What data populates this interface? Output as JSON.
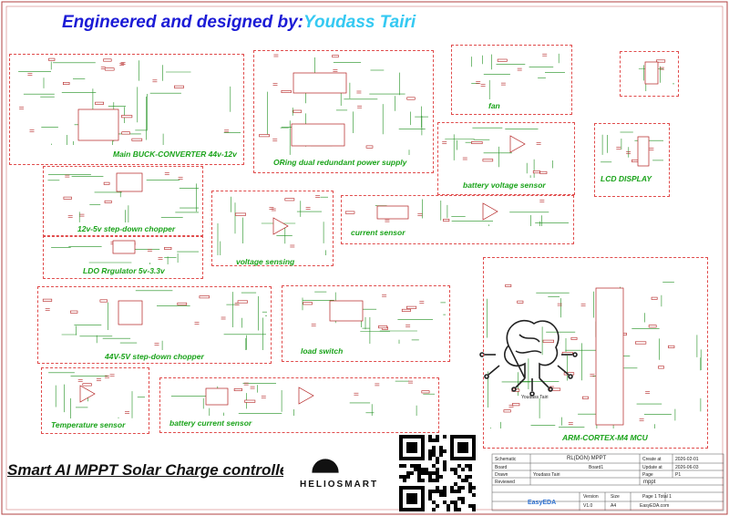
{
  "header": {
    "prefix": "Engineered and designed by:",
    "designer": "Youdass Tairi"
  },
  "footer_title": "Smart  AI MPPT Solar Charge controller",
  "blocks": [
    {
      "id": "buck",
      "label": "Main BUCK-CONVERTER 44v-12v"
    },
    {
      "id": "oring",
      "label": "ORing dual redundant power supply"
    },
    {
      "id": "fan",
      "label": "fan"
    },
    {
      "id": "battv",
      "label": "battery voltage sensor"
    },
    {
      "id": "lcd",
      "label": "LCD DISPLAY"
    },
    {
      "id": "chop12",
      "label": "12v-5v step-down chopper"
    },
    {
      "id": "ldo",
      "label": "LDO Rrgulator 5v-3.3v"
    },
    {
      "id": "vsense",
      "label": "voltage sensing"
    },
    {
      "id": "isense",
      "label": "current sensor"
    },
    {
      "id": "chop44",
      "label": "44V-5V step-down chopper"
    },
    {
      "id": "load",
      "label": "load switch"
    },
    {
      "id": "temp",
      "label": "Temperature sensor"
    },
    {
      "id": "battc",
      "label": "battery current sensor"
    },
    {
      "id": "mcu",
      "label": "ARM-CORTEX-M4 MCU"
    }
  ],
  "ai_logo_caption": "Youdass Tairi",
  "company_logo": "HELIOSMART",
  "title_block": {
    "schematic_label": "Schematic",
    "schematic_value": "RL(DGN) MPPT",
    "board_label": "Board",
    "board_value": "Board1",
    "drawn_label": "Drawn",
    "drawn_value": "Youdass Tairi",
    "reviewed_label": "Reviewed",
    "sheet_name": "mppt",
    "create_label": "Create at",
    "create_value": "2026-02-01",
    "update_label": "Update at",
    "update_value": "2026-06-03",
    "page_label": "Page",
    "page_value": "P1",
    "page_of": "Page 1 Total 1",
    "version_label": "Version",
    "version_value": "V1.0",
    "size_label": "Size",
    "size_value": "A4",
    "footer_site": "EasyEDA.com",
    "eda_brand": "EasyEDA"
  },
  "colors": {
    "block_border": "#e04b4b",
    "label_green": "#1aa31a",
    "wire": "#1f8f1f",
    "component": "#b32020",
    "heading_blue": "#1b1bd6",
    "heading_cyan": "#35c9f2"
  }
}
